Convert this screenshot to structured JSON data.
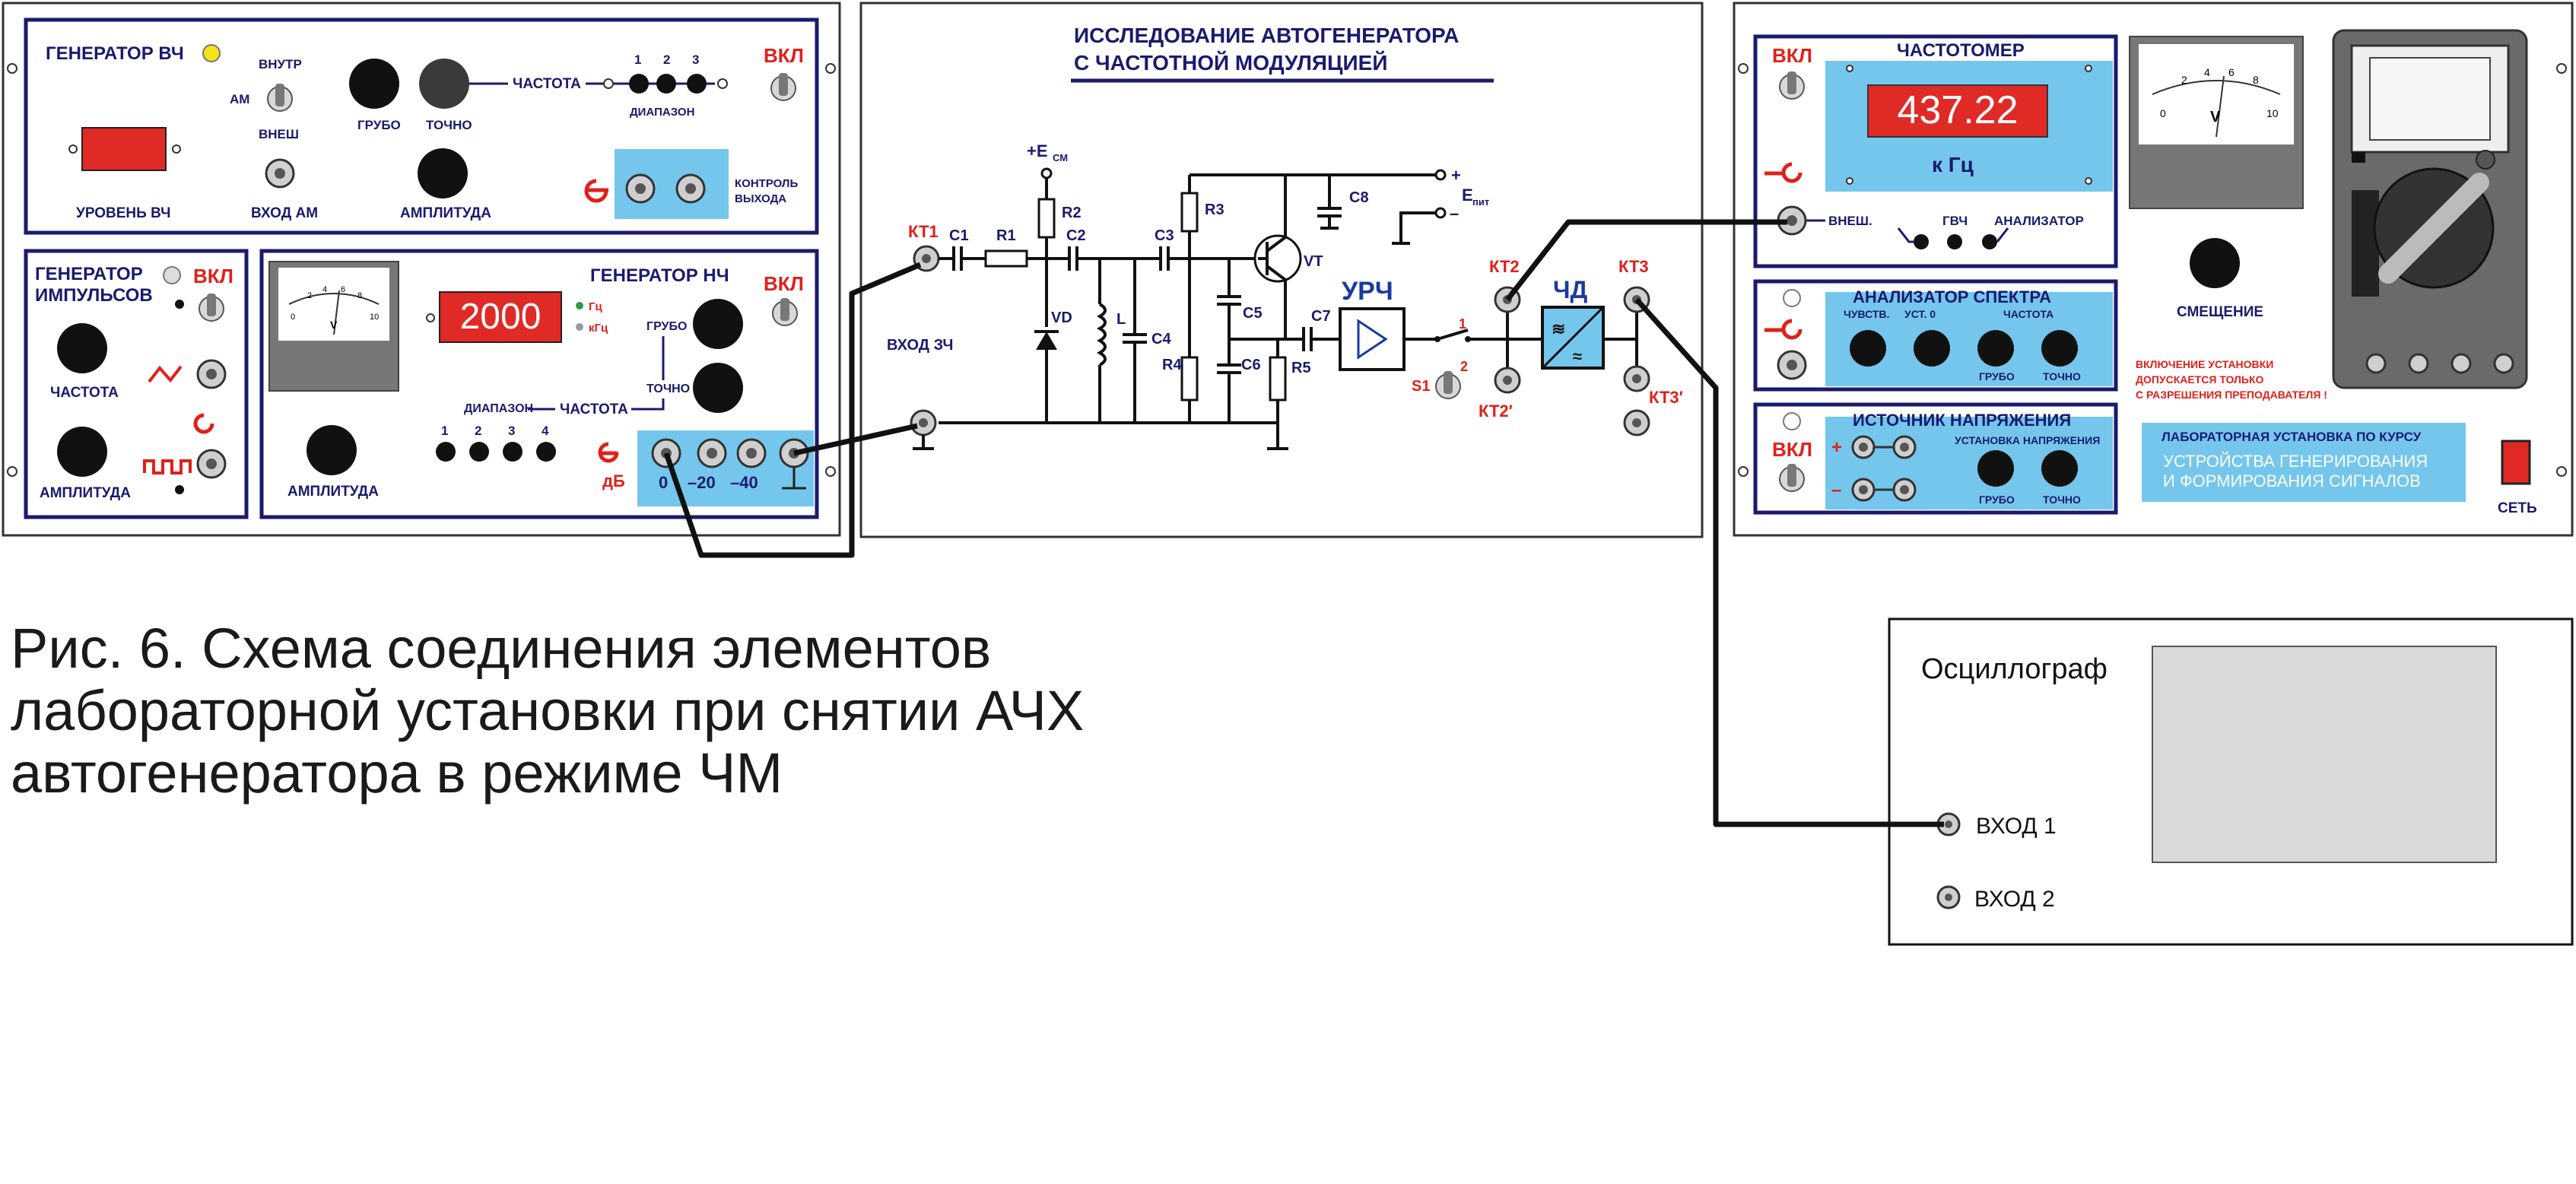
{
  "caption": {
    "line1": "Рис. 6. Схема соединения элементов",
    "line2": "лабораторной установки  при снятии АЧХ",
    "line3": "автогенератора в режиме ЧМ"
  },
  "left_panel": {
    "gen_hf": {
      "title": "ГЕНЕРАТОР  ВЧ",
      "on": "ВКЛ",
      "internal": "ВНУТР",
      "am": "АМ",
      "external": "ВНЕШ",
      "level": "УРОВЕНЬ ВЧ",
      "input_am": "ВХОД АМ",
      "coarse": "ГРУБО",
      "fine": "ТОЧНО",
      "frequency": "ЧАСТОТА",
      "range": "ДИАПАЗОН",
      "range_1": "1",
      "range_2": "2",
      "range_3": "3",
      "amplitude": "АМПЛИТУДА",
      "output_control": "КОНТРОЛЬ",
      "output_control2": "ВЫХОДА"
    },
    "gen_pulse": {
      "title1": "ГЕНЕРАТОР",
      "title2": "ИМПУЛЬСОВ",
      "on": "ВКЛ",
      "frequency": "ЧАСТОТА",
      "amplitude": "АМПЛИТУДА"
    },
    "gen_lf": {
      "title": "ГЕНЕРАТОР  НЧ",
      "on": "ВКЛ",
      "display": "2000",
      "hz": "Гц",
      "khz": "кГц",
      "coarse": "ГРУБО",
      "fine": "ТОЧНО",
      "range": "ДИАПАЗОН",
      "frequency": "ЧАСТОТА",
      "r1": "1",
      "r2": "2",
      "r3": "3",
      "r4": "4",
      "amplitude": "АМПЛИТУДА",
      "db": "дБ",
      "att0": "0",
      "att20": "–20",
      "att40": "–40"
    },
    "meter_scale": {
      "s0": "0",
      "s2": "2",
      "s4": "4",
      "s6": "6",
      "s8": "8",
      "s10": "10",
      "unit": "V"
    }
  },
  "center_panel": {
    "title1": "ИССЛЕДОВАНИЕ  АВТОГЕНЕРАТОРА",
    "title2": "С  ЧАСТОТНОЙ  МОДУЛЯЦИЕЙ",
    "ecm": "+E",
    "ecm_sub": "СМ",
    "epit": "E",
    "epit_sub": "пит",
    "plus": "+",
    "minus": "–",
    "kt1": "КТ1",
    "kt2": "КТ2",
    "kt2p": "КТ2′",
    "kt3": "КТ3",
    "kt3p": "КТ3′",
    "input_lf": "ВХОД  ЗЧ",
    "c1": "C1",
    "r1": "R1",
    "c2": "C2",
    "c3": "C3",
    "r2": "R2",
    "r3": "R3",
    "vd": "VD",
    "l": "L",
    "c4": "C4",
    "c5": "C5",
    "c6": "C6",
    "r4": "R4",
    "r5": "R5",
    "c7": "C7",
    "c8": "C8",
    "vt": "VT",
    "urch": "УРЧ",
    "chd": "ЧД",
    "s1": "S1",
    "sw1": "1",
    "sw2": "2"
  },
  "right_panel": {
    "freq_meter": {
      "title": "ЧАСТОТОМЕР",
      "on": "ВКЛ",
      "value": "437.22",
      "unit": "к Гц",
      "ext": "ВНЕШ.",
      "gvch": "ГВЧ",
      "analyzer": "АНАЛИЗАТОР"
    },
    "spectrum": {
      "title": "АНАЛИЗАТОР  СПЕКТРА",
      "sens": "ЧУВСТВ.",
      "zero": "УСТ. 0",
      "freq": "ЧАСТОТА",
      "coarse": "ГРУБО",
      "fine": "ТОЧНО"
    },
    "power": {
      "title": "ИСТОЧНИК  НАПРЯЖЕНИЯ",
      "on": "ВКЛ",
      "plus": "+",
      "minus": "–",
      "set_voltage": "УСТАНОВКА  НАПРЯЖЕНИЯ",
      "coarse": "ГРУБО",
      "fine": "ТОЧНО"
    },
    "bias": "СМЕЩЕНИЕ",
    "warning1": "ВКЛЮЧЕНИЕ УСТАНОВКИ",
    "warning2": "ДОПУСКАЕТСЯ ТОЛЬКО",
    "warning3": "С РАЗРЕШЕНИЯ ПРЕПОДАВАТЕЛЯ !",
    "lab1": "ЛАБОРАТОРНАЯ УСТАНОВКА  ПО КУРСУ",
    "lab2": "УСТРОЙСТВА ГЕНЕРИРОВАНИЯ",
    "lab3": "И ФОРМИРОВАНИЯ  СИГНАЛОВ",
    "mains": "СЕТЬ",
    "meter_scale": {
      "s0": "0",
      "s2": "2",
      "s4": "4",
      "s6": "6",
      "s8": "8",
      "s10": "10",
      "unit": "V"
    }
  },
  "oscilloscope": {
    "title": "Осциллограф",
    "input1": "ВХОД 1",
    "input2": "ВХОД 2"
  },
  "colors": {
    "panel_border": "#1a1a6e",
    "display_red": "#e02a26",
    "light_blue": "#74c6ec",
    "red_label": "#e0201a"
  }
}
